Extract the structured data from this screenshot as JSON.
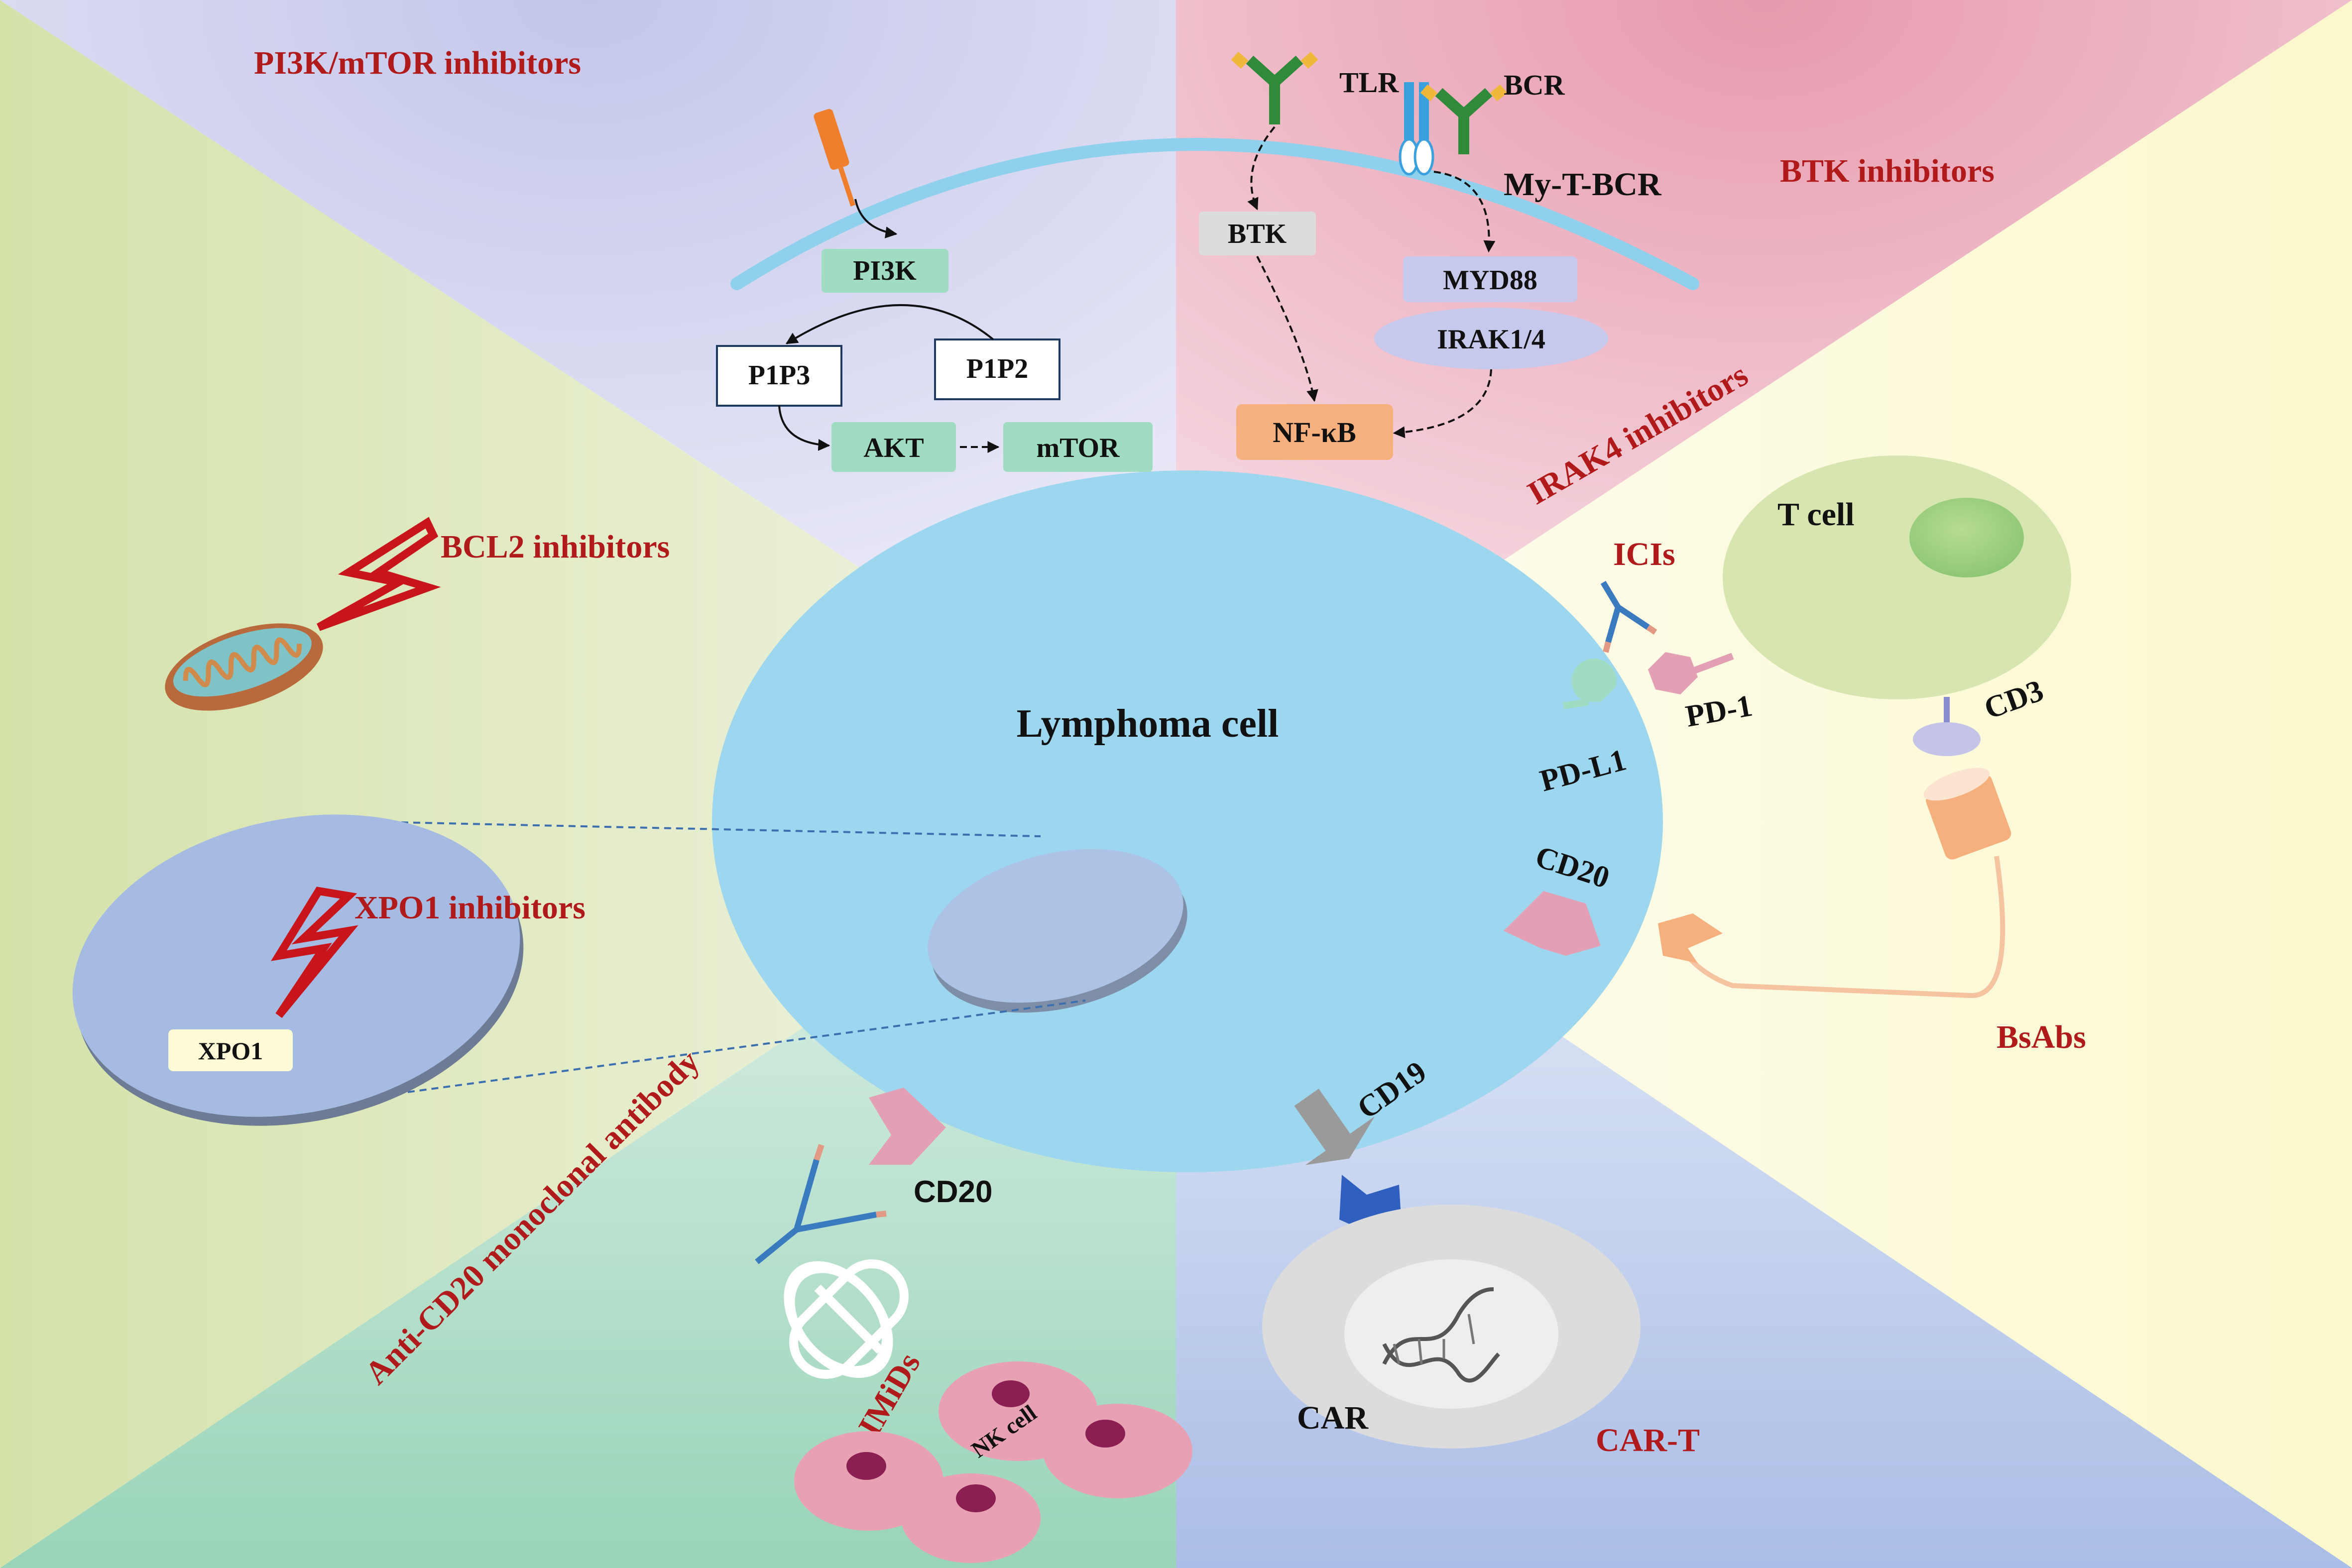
{
  "colors": {
    "pi3k_region": "#cfd0ec",
    "btk_region": "#eaa4b5",
    "right_region": "#fbf6d4",
    "left_region": "#dfe7bd",
    "bottom_left_region": "#a5d9c0",
    "bottom_right_region": "#b6c6e8",
    "lymphoma_cell": "#9ed6ee",
    "nucleus": "#acc3e6",
    "t_cell": "#d7e6b0",
    "label_red": "#b01a1a",
    "node_green": "#9fdcc1",
    "node_gray": "#dcdcdc",
    "node_lavender": "#c7c9ec",
    "node_orange": "#f6b07d"
  },
  "labels": {
    "pi3k_mtor": "PI3K/mTOR inhibitors",
    "btk_inhibitors": "BTK inhibitors",
    "irak4_inhibitors": "IRAK4 inhibitors",
    "bcl2_inhibitors": "BCL2 inhibitors",
    "xpo1_inhibitors": "XPO1 inhibitors",
    "icis": "ICIs",
    "bsabs": "BsAbs",
    "car_t": "CAR-T",
    "imids": "IMiDs",
    "anti_cd20": "Anti-CD20 monoclonal antibody"
  },
  "receptors": {
    "tlr": "TLR",
    "bcr": "BCR",
    "my_t_bcr": "My-T-BCR"
  },
  "nodes": {
    "pi3k": "PI3K",
    "p1p3": "P1P3",
    "p1p2": "P1P2",
    "akt": "AKT",
    "mtor": "mTOR",
    "btk": "BTK",
    "myd88": "MYD88",
    "irak14": "IRAK1/4",
    "nfkb": "NF-κB",
    "xpo1": "XPO1"
  },
  "cells": {
    "lymphoma": "Lymphoma cell",
    "t_cell": "T cell",
    "nk_cell": "NK cell",
    "car": "CAR"
  },
  "markers": {
    "pd1": "PD-1",
    "pdl1": "PD-L1",
    "cd3": "CD3",
    "cd20_right": "CD20",
    "cd20_bottom": "CD20",
    "cd19": "CD19"
  }
}
